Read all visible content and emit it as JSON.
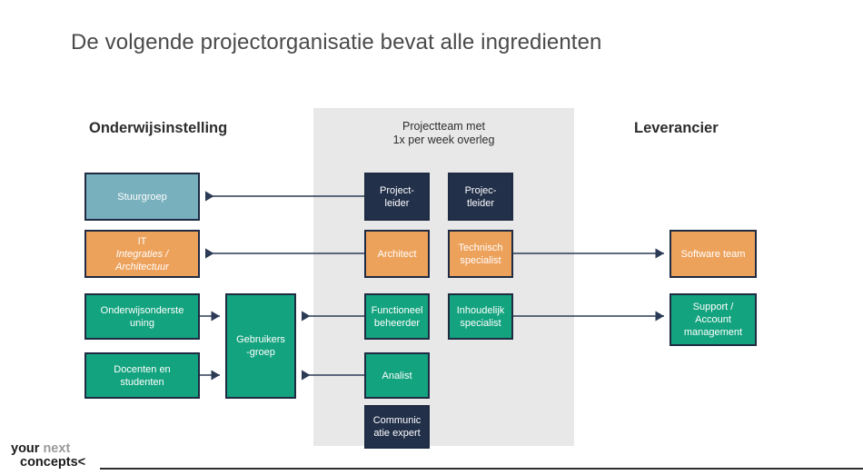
{
  "slide": {
    "title": "De volgende projectorganisatie bevat alle ingredienten"
  },
  "columns": {
    "left_heading": "Onderwijsinstelling",
    "center_heading_line1": "Projectteam met",
    "center_heading_line2": "1x per week overleg",
    "right_heading": "Leverancier"
  },
  "colors": {
    "blue": "#79b0bd",
    "orange": "#eda25c",
    "green": "#14a37f",
    "navy": "#22304a",
    "band_gray": "#e8e8e8",
    "border": "#1f2b42",
    "title_text": "#4a4a4a"
  },
  "boxes": {
    "stuurgroep": {
      "line1": "Stuurgroep",
      "line2": "",
      "line3": ""
    },
    "it": {
      "line1": "IT",
      "line2": "Integraties /",
      "line3": "Architectuur"
    },
    "onderwijs": {
      "line1": "Onderwijsonderste",
      "line2": "uning",
      "line3": ""
    },
    "docenten": {
      "line1": "Docenten en",
      "line2": "studenten",
      "line3": ""
    },
    "gebruikers": {
      "line1": "Gebruikers",
      "line2": "-groep",
      "line3": ""
    },
    "projectleider_1": {
      "line1": "Project-",
      "line2": "leider",
      "line3": ""
    },
    "projectleider_2": {
      "line1": "Projec-",
      "line2": "tleider",
      "line3": ""
    },
    "architect": {
      "line1": "Architect",
      "line2": "",
      "line3": ""
    },
    "technisch": {
      "line1": "Technisch",
      "line2": "specialist",
      "line3": ""
    },
    "functioneel": {
      "line1": "Functioneel",
      "line2": "beheerder",
      "line3": ""
    },
    "inhoudelijk": {
      "line1": "Inhoudelijk",
      "line2": "specialist",
      "line3": ""
    },
    "analist": {
      "line1": "Analist",
      "line2": "",
      "line3": ""
    },
    "communicatie": {
      "line1": "Communic",
      "line2": "atie expert",
      "line3": ""
    },
    "software": {
      "line1": "Software team",
      "line2": "",
      "line3": ""
    },
    "support": {
      "line1": "Support /",
      "line2": "Account",
      "line3": "management"
    }
  },
  "footer": {
    "logo_word1": "your",
    "logo_word2": "next",
    "logo_line2": "concepts<"
  }
}
